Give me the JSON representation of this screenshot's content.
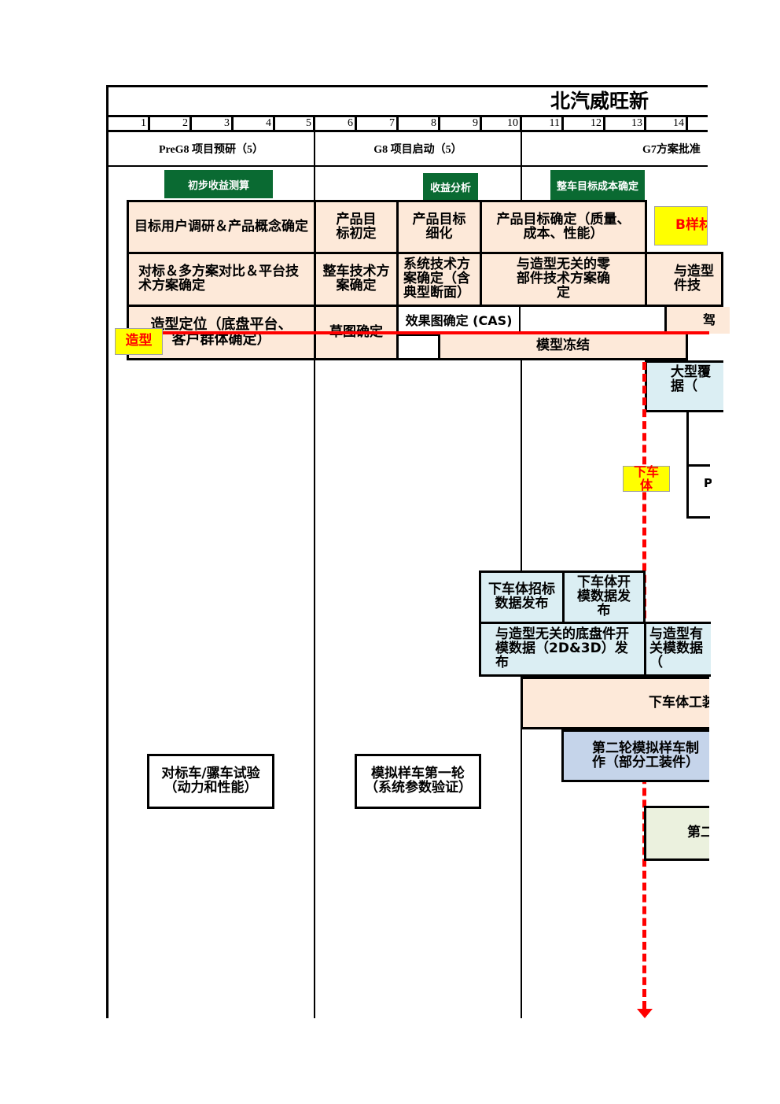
{
  "title": "北汽威旺新",
  "columns": [
    "1",
    "2",
    "3",
    "4",
    "5",
    "6",
    "7",
    "8",
    "9",
    "10",
    "11",
    "12",
    "13",
    "14"
  ],
  "phases": [
    "PreG8 项目预研（5）",
    "G8 项目启动（5）",
    "G7方案批准"
  ],
  "milestones": {
    "income_estimate": "初步收益测算",
    "income_analysis": "收益分析",
    "cost_target": "整车目标成本确定"
  },
  "tags": {
    "b_sample": "B样材",
    "styling": "造型",
    "lower_body": "下车体"
  },
  "tasks": {
    "user_research": "目标用户调研＆产品概念确定",
    "product_target_initial": "产品目标初定",
    "product_target_refine": "产品目标细化",
    "product_target_confirm": "产品目标确定（质量、成本、性能）",
    "benchmark_platform": "对标＆多方案对比＆平台技术方案确定",
    "vehicle_tech": "整车技术方案确定",
    "system_tech": "系统技术方案确定（含典型断面）",
    "non_styling_parts": "与造型无关的零部件技术方案确定",
    "styling_parts_cut": "与造型件技",
    "styling_position": "造型定位（底盘平台、客户群体确定）",
    "sketch": "草图确定",
    "rendering": "效果图确定 (CAS)",
    "cut_right_top": "驾",
    "model_freeze": "模型冻结",
    "large_data_cut": "大型覆据（",
    "cut_p": "P",
    "lower_body_bid": "下车体招标数据发布",
    "lower_body_tooling": "下车体开模数据发布",
    "chassis_tooling": "与造型无关的底盘件开模数据（2D&3D）发布",
    "styling_related_cut": "与造型有关模数据（",
    "lower_body_process": "下车体工装",
    "second_sim_sample": "第二轮模拟样车制作（部分工装件）",
    "second_cut": "第二",
    "benchmark_test": "对标车/骡车试验（动力和性能）",
    "first_sim_sample": "模拟样车第一轮（系统参数验证）"
  }
}
